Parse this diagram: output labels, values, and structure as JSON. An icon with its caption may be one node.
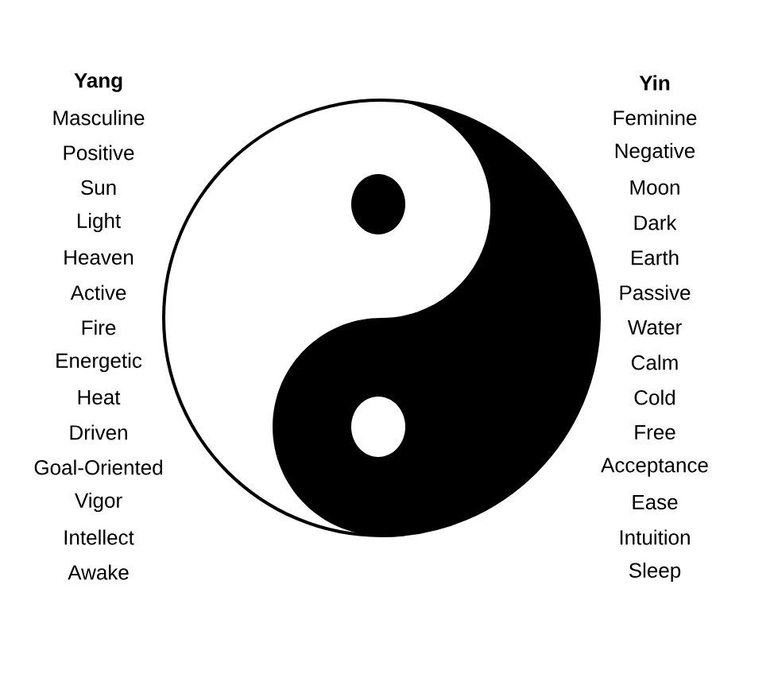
{
  "diagram": {
    "labels": [
      "Yang",
      "Yin",
      "Masculine",
      "Feminine",
      "Positive",
      "Negative",
      "Sun",
      "Moon",
      "Light",
      "Dark",
      "Heaven",
      "Earth",
      "Active",
      "Passive",
      "Fire",
      "Water",
      "Energetic",
      "Calm",
      "Heat",
      "Cold",
      "Driven",
      "Free",
      "Goal-Oriented",
      "Acceptance",
      "Vigor",
      "Ease",
      "Intellect",
      "Intuition",
      "Awake",
      "Sleep"
    ]
  }
}
